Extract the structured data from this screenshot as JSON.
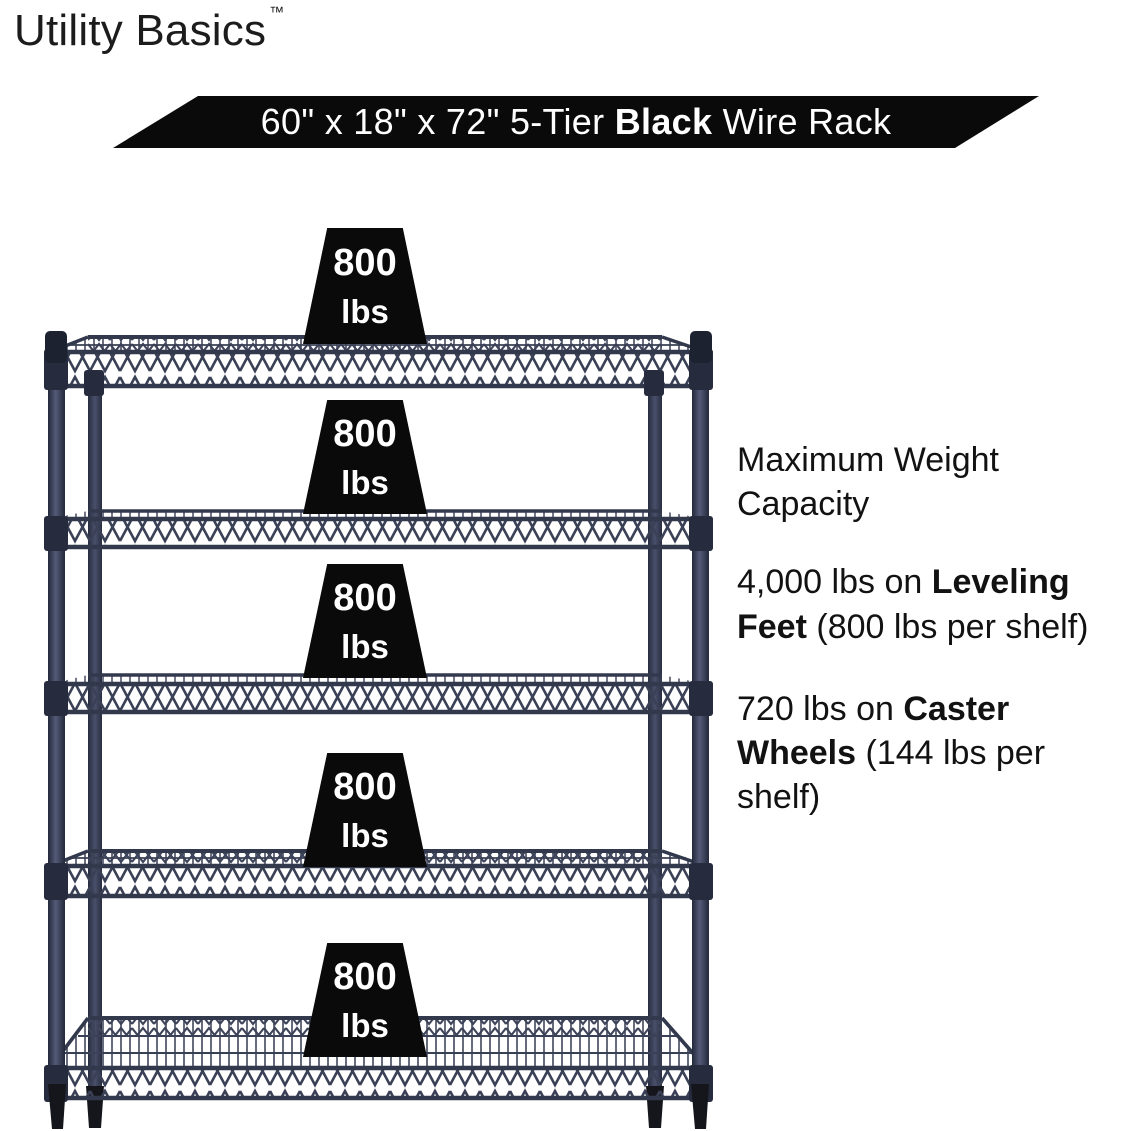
{
  "brand": {
    "name": "Utility Basics",
    "trademark": "™"
  },
  "banner": {
    "prefix": "60\" x 18\" x 72\" 5-Tier ",
    "bold": "Black",
    "suffix": " Wire Rack"
  },
  "weights": [
    {
      "value": "800",
      "unit": "lbs"
    },
    {
      "value": "800",
      "unit": "lbs"
    },
    {
      "value": "800",
      "unit": "lbs"
    },
    {
      "value": "800",
      "unit": "lbs"
    },
    {
      "value": "800",
      "unit": "lbs"
    }
  ],
  "specs": {
    "heading": "Maximum Weight Capacity",
    "items": [
      {
        "prefix": "4,000 lbs on ",
        "bold": "Leveling Feet",
        "suffix": " (800 lbs per shelf)"
      },
      {
        "prefix": "720 lbs on ",
        "bold": "Caster Wheels",
        "suffix": " (144 lbs per shelf)"
      }
    ]
  },
  "rack": {
    "tiers": 5,
    "shelf_capacity_label": "800 lbs"
  },
  "colors": {
    "banner_bg": "#0a0a0a",
    "weight_badge_bg": "#0a0a0a",
    "rack_wire": "#3a4055",
    "text": "#121212"
  }
}
